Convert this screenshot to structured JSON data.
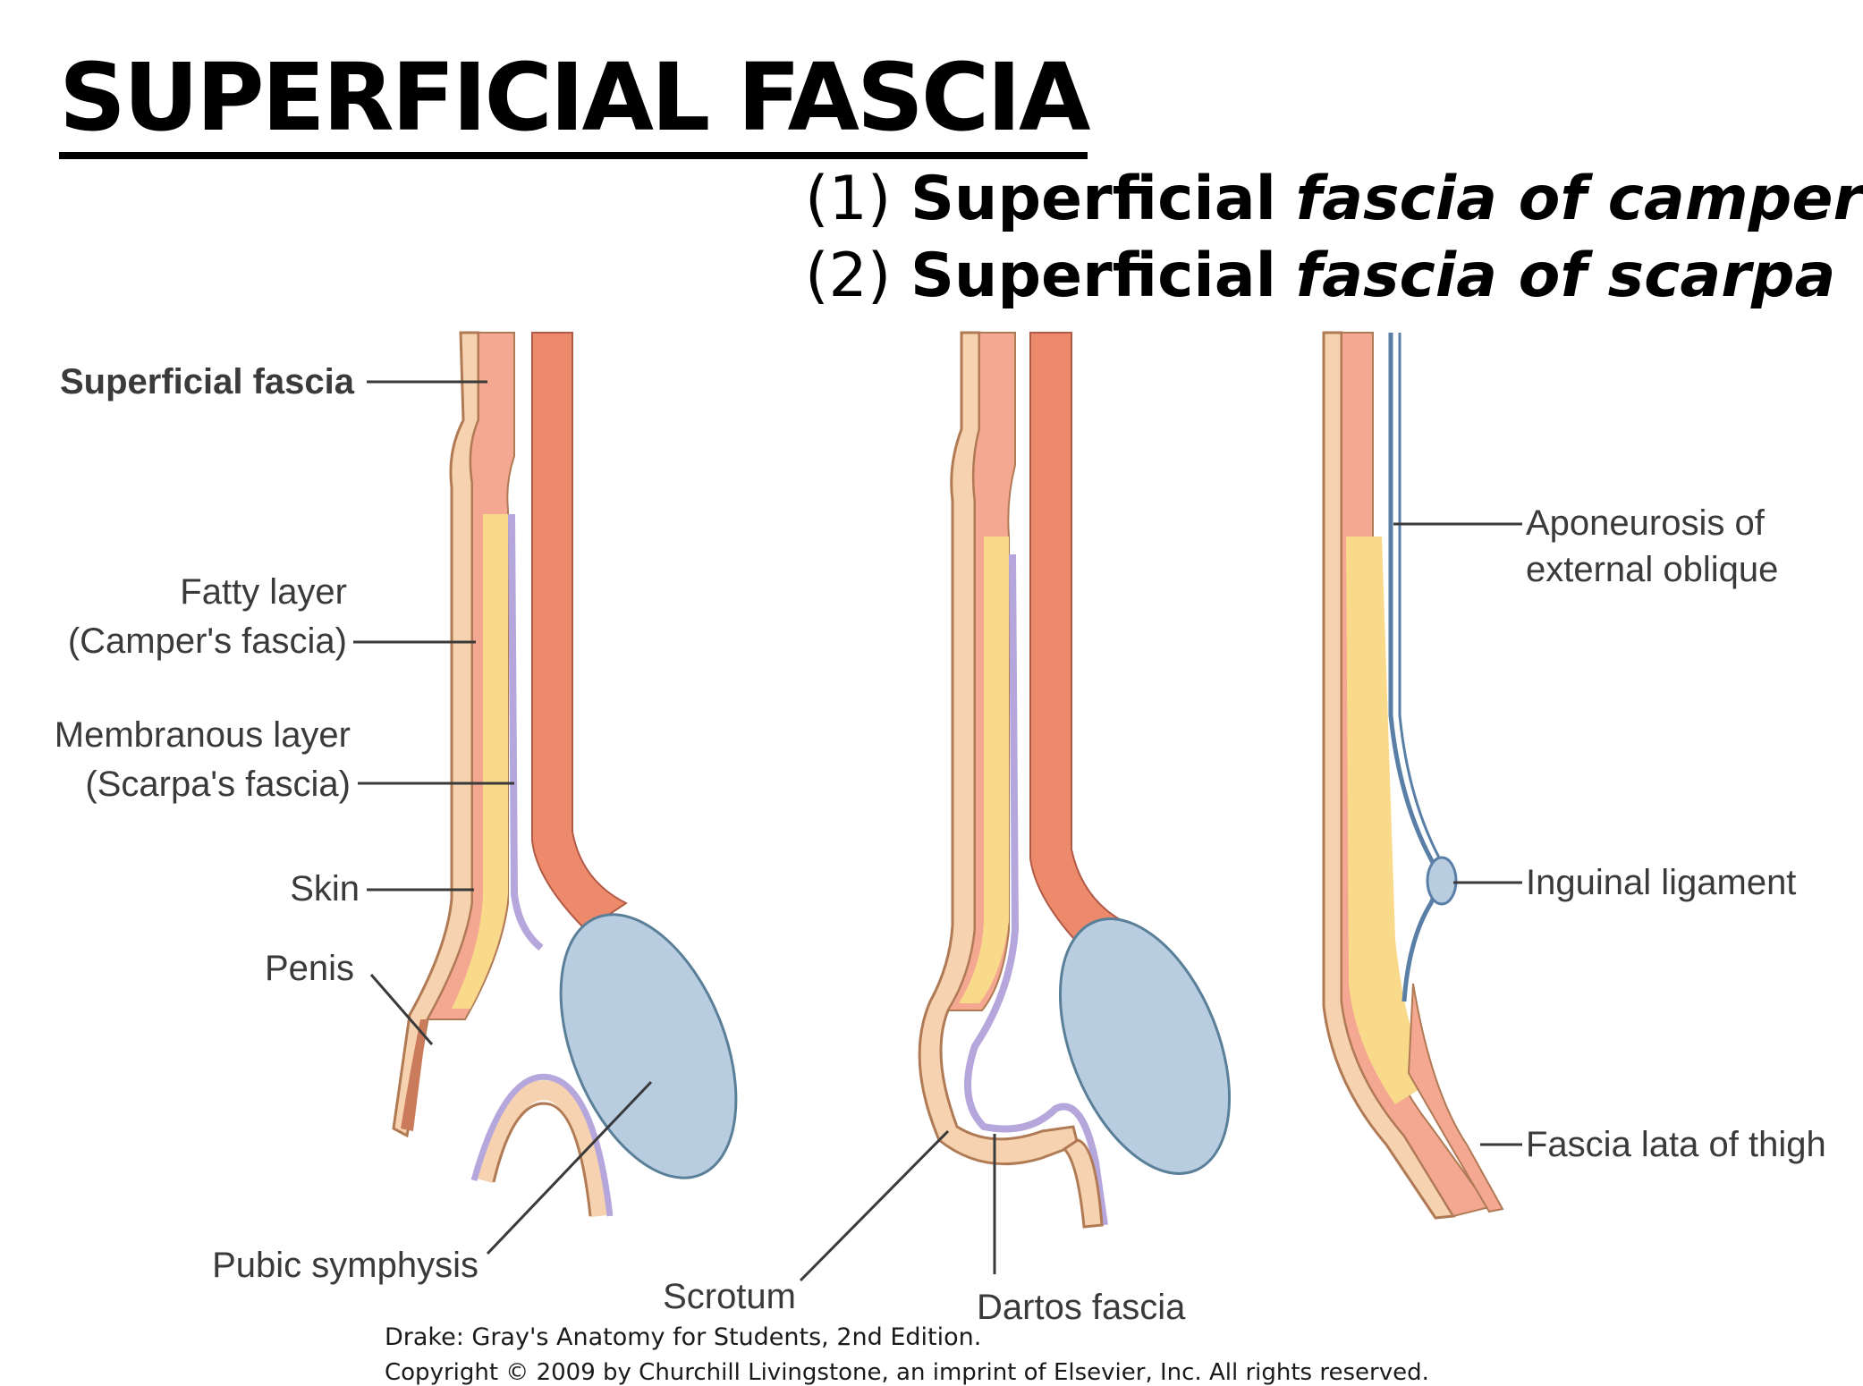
{
  "slide": {
    "title": "SUPERFICIAL FASCIA",
    "items": [
      {
        "number": "(1)",
        "bold": "Superficial",
        "italic": "fascia of camper"
      },
      {
        "number": "(2)",
        "bold": "Superficial",
        "italic": "fascia of scarpa"
      }
    ]
  },
  "diagram": {
    "labels": {
      "superficial_fascia": "Superficial fascia",
      "fatty_layer_1": "Fatty layer",
      "fatty_layer_2": "(Camper's fascia)",
      "membranous_layer_1": "Membranous layer",
      "membranous_layer_2": "(Scarpa's fascia)",
      "skin": "Skin",
      "penis": "Penis",
      "pubic_symphysis": "Pubic symphysis",
      "scrotum": "Scrotum",
      "dartos_fascia": "Dartos fascia",
      "aponeurosis_1": "Aponeurosis of",
      "aponeurosis_2": "external oblique",
      "inguinal_ligament": "Inguinal ligament",
      "fascia_lata": "Fascia lata of thigh"
    },
    "colors": {
      "skin": "#f6d2b0",
      "skin_outline": "#b07a55",
      "fatty_layer": "#f9d98a",
      "superficial_pink": "#f4a892",
      "muscle": "#ee8a6c",
      "membranous": "#b5a7dc",
      "testis": "#b9cde0",
      "aponeurosis": "#5a7fa6"
    }
  },
  "credit": {
    "line1": "Drake: Gray's Anatomy for Students, 2nd Edition.",
    "line2": "Copyright © 2009 by Churchill Livingstone, an imprint of Elsevier, Inc. All rights reserved."
  }
}
